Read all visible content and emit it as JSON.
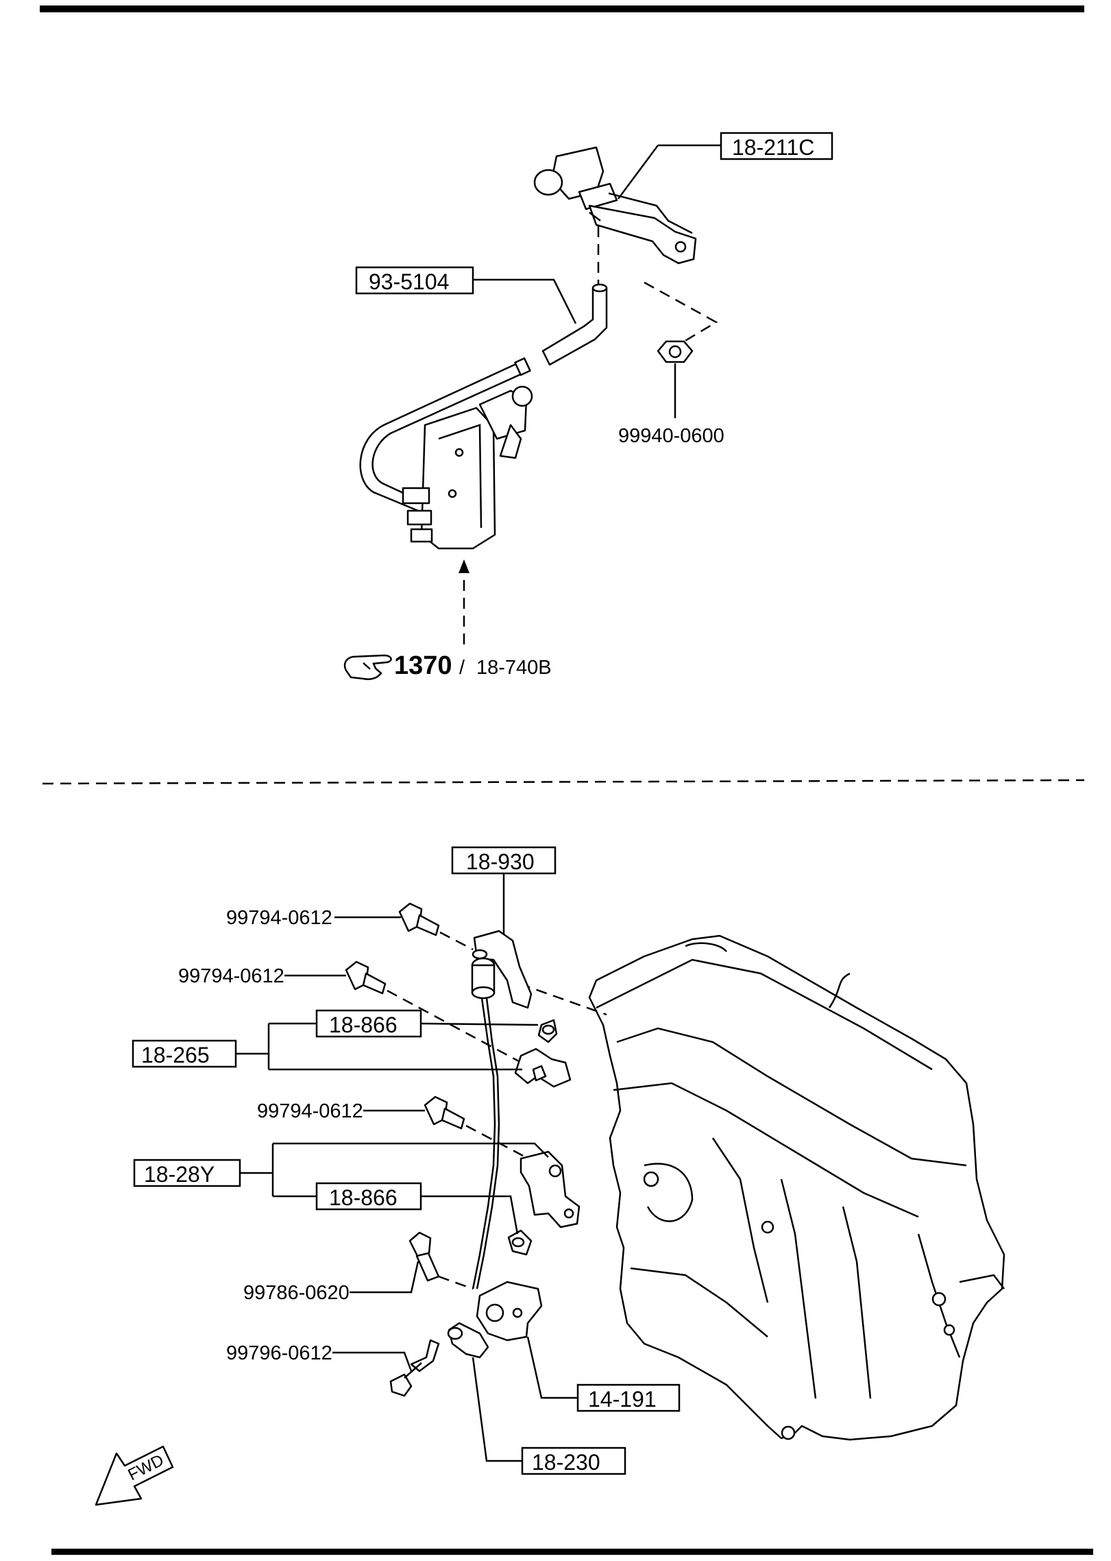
{
  "labels": {
    "part_18_211c": "18-211C",
    "part_93_5104": "93-5104",
    "part_99940_0600": "99940-0600",
    "ref_page": "1370",
    "ref_separator": "/",
    "ref_part": "18-740B",
    "part_18_930": "18-930",
    "bolt_a": "99794-0612",
    "bolt_b": "99794-0612",
    "part_18_866_top": "18-866",
    "part_18_265": "18-265",
    "bolt_c": "99794-0612",
    "part_18_28y": "18-28Y",
    "part_18_866_bottom": "18-866",
    "bolt_d": "99786-0620",
    "bolt_e": "99796-0612",
    "part_14_191": "14-191",
    "part_18_230": "18-230",
    "fwd": "FWD"
  },
  "icons": {
    "reference": "pointing-hand-icon",
    "direction": "forward-arrow-icon"
  }
}
